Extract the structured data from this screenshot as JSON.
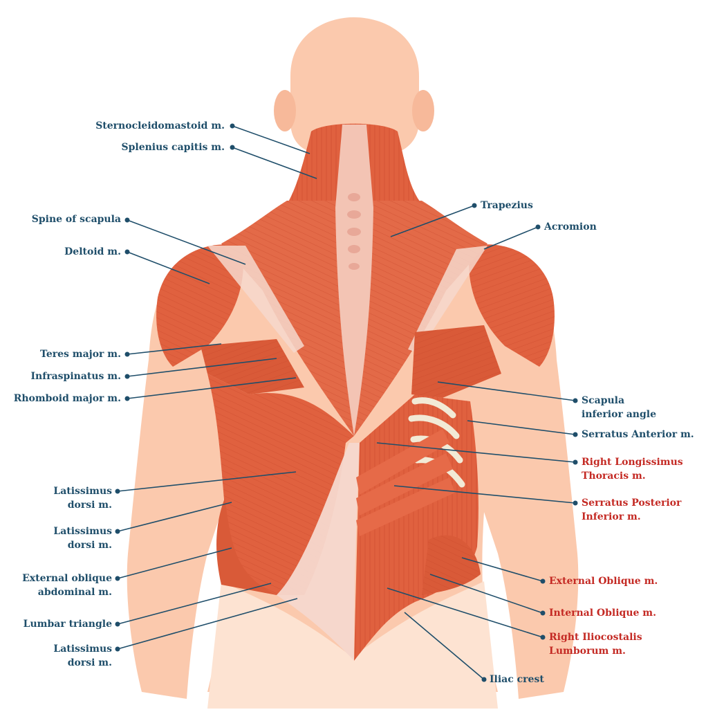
{
  "colors": {
    "label_blue": "#1f4e6a",
    "label_red": "#c42a24",
    "skin": "#fbc9ad",
    "skin_light": "#fde3d2",
    "muscle": "#e0613f",
    "muscle_dark": "#c9472b",
    "tendon": "#f6d8cd",
    "bone": "#f2ead6"
  },
  "labels": {
    "sternocleidomastoid": "Sternocleidomastoid m.",
    "splenius_capitis": "Splenius capitis m.",
    "spine_of_scapula": "Spine of scapula",
    "deltoid": "Deltoid m.",
    "teres_major": "Teres major m.",
    "infraspinatus": "Infraspinatus m.",
    "rhomboid_major": "Rhomboid major m.",
    "latissimus_1": [
      "Latissimus",
      "dorsi m."
    ],
    "latissimus_2": [
      "Latissimus",
      "dorsi m."
    ],
    "external_oblique_abdominal": [
      "External oblique",
      "abdominal m."
    ],
    "lumbar_triangle": "Lumbar triangle",
    "latissimus_3": [
      "Latissimus",
      "dorsi m."
    ],
    "trapezius": "Trapezius",
    "acromion": "Acromion",
    "scapula_inferior_angle": [
      "Scapula",
      "inferior angle"
    ],
    "serratus_anterior": "Serratus Anterior m.",
    "right_longissimus": [
      "Right Longissimus",
      "Thoracis m."
    ],
    "serratus_posterior": [
      "Serratus Posterior",
      "Inferior m."
    ],
    "external_oblique": "External Oblique m.",
    "internal_oblique": "Internal Oblique m.",
    "right_iliocostalis": [
      "Right Iliocostalis",
      "Lumborum m."
    ],
    "iliac_crest": "Iliac crest"
  }
}
